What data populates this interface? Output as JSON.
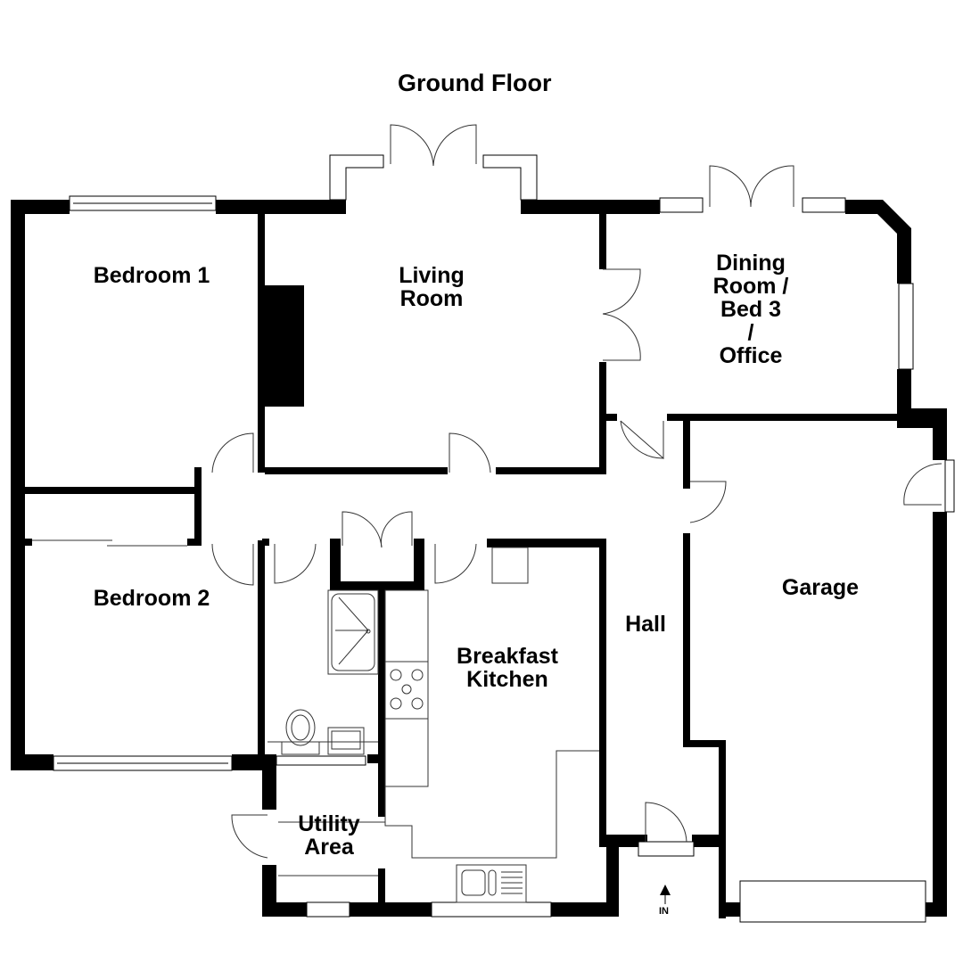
{
  "title": "Ground Floor",
  "colors": {
    "wall": "#000000",
    "background": "#ffffff",
    "fixture_line": "#333333"
  },
  "rooms": [
    {
      "id": "bedroom-1",
      "label": "Bedroom 1"
    },
    {
      "id": "living-room",
      "label": "Living\nRoom"
    },
    {
      "id": "dining-room",
      "label": "Dining\nRoom /\nBed 3\n/\nOffice"
    },
    {
      "id": "bedroom-2",
      "label": "Bedroom 2"
    },
    {
      "id": "hall",
      "label": "Hall"
    },
    {
      "id": "garage",
      "label": "Garage"
    },
    {
      "id": "breakfast-kitchen",
      "label": "Breakfast\nKitchen"
    },
    {
      "id": "utility-area",
      "label": "Utility\nArea"
    }
  ],
  "entrance": {
    "label": "IN",
    "icon": "arrow-up-icon"
  }
}
